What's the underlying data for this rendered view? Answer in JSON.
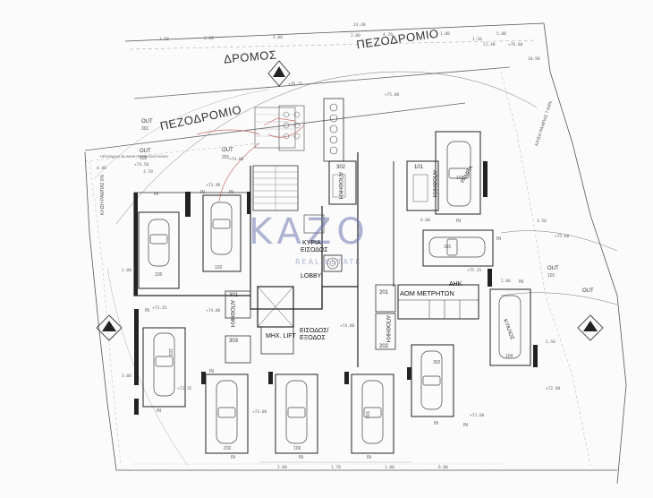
{
  "streets": {
    "road": "ΔΡΟΜΟΣ",
    "sidewalk_top": "ΠΕΖΟΔΡΟΜΙΟ",
    "sidewalk_left": "ΠΕΖΟΔΡΟΜΙΟ"
  },
  "watermark": {
    "brand": "KAZO",
    "sub": "REAL ESTATE"
  },
  "rooms": {
    "kyria_eisodos_1": "ΚΥΡΙΑ",
    "kyria_eisodos_2": "ΕΙΣΟΔΟΣ",
    "lobby": "LOBBY",
    "mhk_lift": "ΜΗΧ. LIFT",
    "eisodos_exodos_1": "ΕΙΣΟΔΟΣ/",
    "eisodos_exodos_2": "ΕΞΟΔΟΣ",
    "aom_metriton": "ΑΟΜ ΜΕΤΡΗΤΩΝ",
    "ahk": "ΑΗΚ",
    "apothiki_left": "ΑΠΟΘΗΚΗ",
    "apothiki_right": "ΑΠΟΘΗΚΗ",
    "apothiki_mid": "ΑΠΟΘΗΚΗ",
    "apothiki_right2": "ΑΠΟΘΗΚΗ",
    "rampa": "ΡΑΜΠΑ",
    "kyklos": "ΚΥΚΛΟΣ"
  },
  "store_numbers": [
    "302",
    "101",
    "301",
    "201",
    "303",
    "202"
  ],
  "parking_numbers": [
    "105",
    "101",
    "103",
    "102",
    "202",
    "301",
    "201",
    "302",
    "103",
    "104"
  ],
  "directions": {
    "out": "OUT",
    "in": "IN"
  },
  "out_labels": [
    "OUT",
    "OUT",
    "OUT",
    "OUT"
  ],
  "in_labels": [
    "IN",
    "IN",
    "IN",
    "IN",
    "IN",
    "IN",
    "IN",
    "IN",
    "IN",
    "IN",
    "IN",
    "IN",
    "IN",
    "IN"
  ],
  "out_units": [
    "301",
    "201",
    "102",
    "101"
  ],
  "dimensions": [
    "1.50",
    "2.00",
    "3.00",
    "2.00",
    "4.70",
    "1.80",
    "1.50",
    "5.00",
    "3.70",
    "4.40",
    "2.00",
    "3.00",
    "3.50",
    "6.00",
    "2.50",
    "2.00",
    "6.00",
    "1.70",
    "1.00",
    "2.80",
    "24.40",
    "21.40",
    "10.90"
  ],
  "levels": [
    "+76.15",
    "+74.50",
    "+74.00",
    "+73.90",
    "+73.35",
    "+75.00",
    "+76.60",
    "+75.60",
    "+75.35",
    "+74.80",
    "+74.00",
    "+73.35",
    "+73.00",
    "+72.80",
    "+72.60"
  ],
  "ramp_slope": {
    "left": "ΚΛΙΣΗ ΡΑΜΠΑΣ 8%",
    "right": "ΚΛΙΣΗ ΡΑΜΠΑΣ 7.64%"
  },
  "ramp_note": "ΠΡΟΣΒΑΣΗ ΣΕ ΑΥΛΗ ΠΑΡΑΚΟΛΟΥΘΗΣΗ"
}
